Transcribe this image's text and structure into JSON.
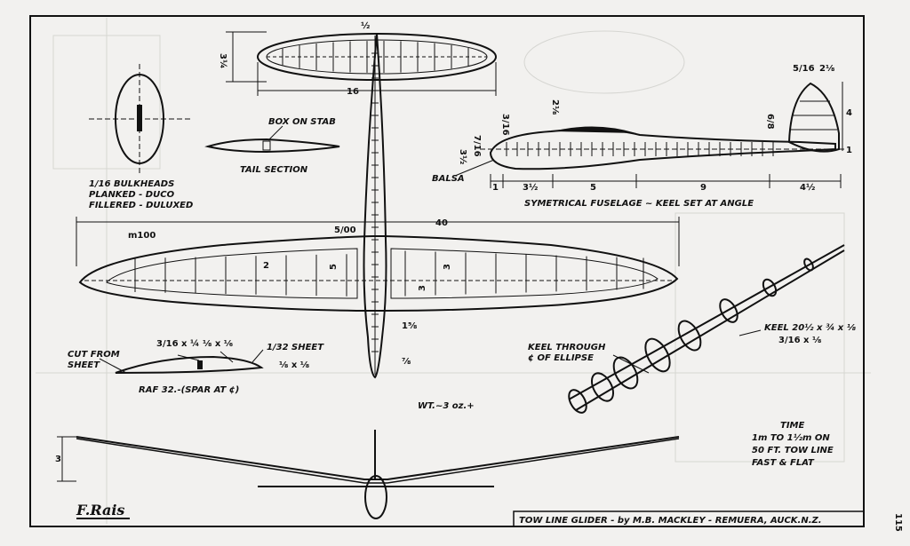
{
  "title_block": "TOW LINE GLIDER - by M.B. MACKLEY - REMUERA, AUCK.N.Z.",
  "page_number": "115",
  "signature": "F.Rais",
  "bulkhead_note": [
    "1/16 BULKHEADS",
    "PLANKED - DUCO",
    "FILLERED - DULUXED"
  ],
  "tail_section_label": "TAIL SECTION",
  "box_on_stab_label": "BOX ON STAB",
  "balsa_label": "BALSA",
  "fuselage_caption": "SYMETRICAL FUSELAGE ~ KEEL SET AT ANGLE",
  "cut_from_sheet": [
    "CUT FROM",
    "SHEET"
  ],
  "airfoil_caption": "RAF 32.-(SPAR AT ¢)",
  "sheet_note": "1/32 SHEET",
  "keel_through": [
    "KEEL THROUGH",
    "¢ OF ELLIPSE"
  ],
  "keel_spec": "KEEL 20½ x ¾ x ⅛",
  "keel_spec_sub": "3/16 x ⅛",
  "weight": "WT.~3 oz.+",
  "time_note": [
    "TIME",
    "1m TO 1½m ON",
    "50 FT. TOW LINE",
    "FAST & FLAT"
  ],
  "dims": {
    "stab_span": "16",
    "stab_chord": "3¼",
    "fin_top": "½",
    "wing_span": "40",
    "wing_chord": "5",
    "wing_rib": "2",
    "wing_root": "3",
    "tip_mark": "m100",
    "center_mark": "5/00",
    "dihedral": "3",
    "fus_1": "1",
    "fus_2": "3½",
    "fus_3": "5",
    "fus_4": "9",
    "fus_5": "4½",
    "fus_h1": "2⅛",
    "fus_h2": "3½",
    "fus_h3": "7/16",
    "fus_h4": "3/16",
    "fin_w1": "5/16",
    "fin_w2": "2⅛",
    "fin_h": "4",
    "fin_b": "1",
    "ft_1": "1⅝",
    "ft_2": "⅞",
    "fin_gap": "6/8",
    "spar_1": "3/16 x ¼",
    "spar_2": "⅛ x ⅙",
    "te": "⅛ x ⅛"
  }
}
